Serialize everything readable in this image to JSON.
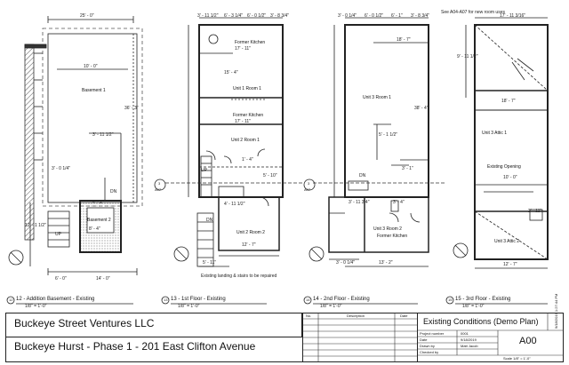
{
  "top_note": "See A04-A07 for new room uses",
  "views": [
    {
      "number": "12",
      "title": "12 - Addition Basement - Existing",
      "scale": "1/8\" = 1'-0\"",
      "rooms": [
        "Basement 1",
        "Basement 2"
      ],
      "dims": [
        "25' - 0\"",
        "10' - 0\"",
        "36' - 3\"",
        "3' - 11 1/2\"",
        "4' - 2\"",
        "3' - 0 1/4\"",
        "8' - 4\"",
        "12' - 1 1/2\"",
        "6' - 0\"",
        "14' - 0\""
      ],
      "tags": [
        "DN",
        "UP"
      ]
    },
    {
      "number": "13",
      "title": "13 - 1st Floor - Existing",
      "scale": "1/8\" = 1'-0\"",
      "rooms": [
        "Former Kitchen",
        "Unit 1 Room 1",
        "Former Kitchen",
        "Unit 2 Room 1",
        "Unit 2 Room 2"
      ],
      "dims": [
        "3' - 11 1/2\"",
        "6' - 3 1/4\"",
        "6' - 0 1/2\"",
        "3' - 8 3/4\"",
        "17' - 11\"",
        "15' - 4\"",
        "17' - 11\"",
        "12' - 7\"",
        "5' - 11\"",
        "1' - 4\"",
        "4' - 11 1/2\"",
        "5' - 10\""
      ],
      "tags": [
        "UP",
        "DN"
      ],
      "section": "3",
      "sheet_ref": "A07",
      "note": "Existing landing & stairs to be repaired"
    },
    {
      "number": "14",
      "title": "14 - 2nd Floor - Existing",
      "scale": "1/8\" = 1'-0\"",
      "rooms": [
        "Unit 3 Room 1",
        "Unit 3 Room 2",
        "Former Kitchen"
      ],
      "dims": [
        "3' - 0 1/4\"",
        "6' - 0 1/2\"",
        "6' - 1\"",
        "3' - 8 3/4\"",
        "18' - 7\"",
        "38' - 4\"",
        "5' - 1 1/2\"",
        "3' - 1\"",
        "3' - 11 3/4\"",
        "3' - 4\"",
        "13' - 2\"",
        "3' - 0 1/4\""
      ],
      "tags": [
        "DN"
      ],
      "section": "3",
      "sheet_ref": "A07"
    },
    {
      "number": "15",
      "title": "15 - 3rd Floor - Existing",
      "scale": "1/8\" = 1'-0\"",
      "rooms": [
        "Unit 3 Attic 1",
        "Unit 3 Attic 2"
      ],
      "dims": [
        "17' - 11 3/16\"",
        "18' - 7\"",
        "10' - 0\"",
        "2' - 11\"",
        "12' - 7\"",
        "9' - 11 1/2\""
      ],
      "extra": [
        "Existing Opening"
      ]
    }
  ],
  "title_block": {
    "company": "Buckeye Street Ventures LLC",
    "project": "Buckeye Hurst - Phase 1 - 201 East Clifton Avenue",
    "rev_headers": [
      "No.",
      "Description",
      "Date"
    ],
    "sheet_title": "Existing Conditions (Demo Plan)",
    "fields": [
      {
        "label": "Project number",
        "value": "0001"
      },
      {
        "label": "Date",
        "value": "9/18/2019"
      },
      {
        "label": "Drawn by",
        "value": "Matt Jacob"
      },
      {
        "label": "Checked by",
        "value": ""
      }
    ],
    "sheet_number": "A00",
    "scale": "Scale  1/8\" = 1'-0\"",
    "stamp": "9/18/2019 1:27:44 PM"
  }
}
